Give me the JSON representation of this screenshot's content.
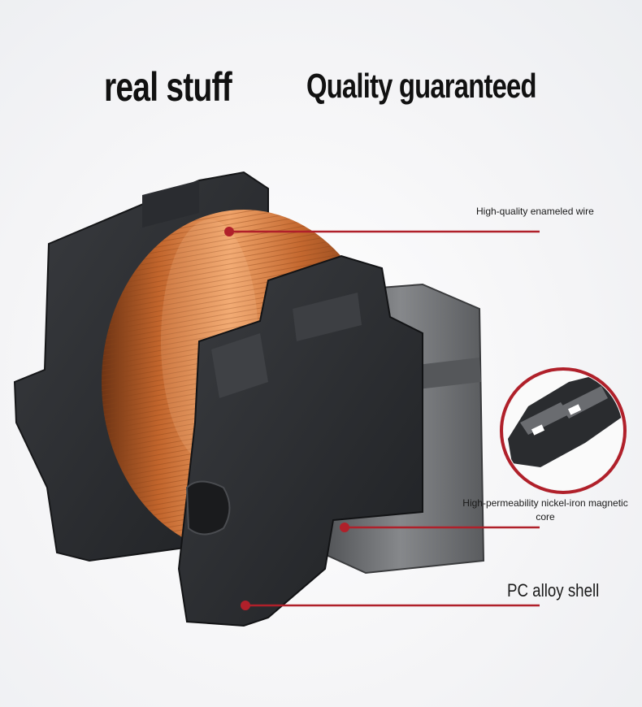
{
  "headline": {
    "left": "real stuff",
    "right": "Quality guaranteed"
  },
  "callouts": {
    "wire": "High-quality enameled wire",
    "core_line1": "High-permeability nickel-iron magnetic",
    "core_line2": "core",
    "shell": "PC alloy shell"
  },
  "colors": {
    "callout_line": "#b0202a",
    "copper": "#c8733d",
    "plastic": "#2c2e31",
    "core": "#6d6f72"
  }
}
